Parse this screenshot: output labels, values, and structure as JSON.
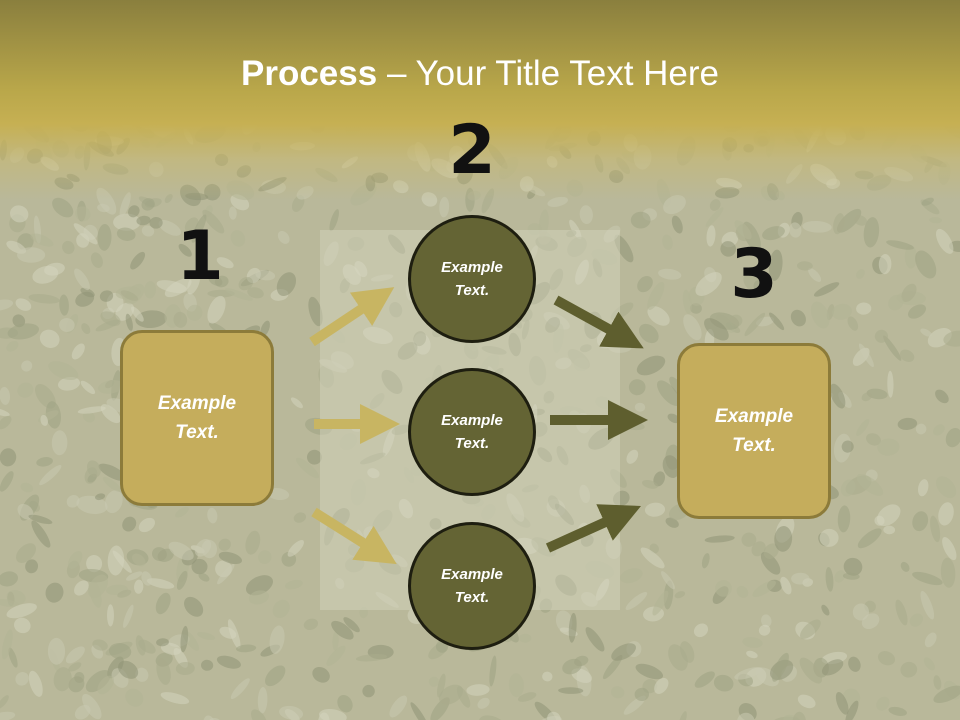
{
  "title": {
    "bold": "Process",
    "rest": " – Your Title Text Here"
  },
  "steps": [
    {
      "number": "1",
      "text": "Example Text."
    },
    {
      "number": "2",
      "text": "Example Text."
    },
    {
      "number": "3",
      "text": "Example Text."
    }
  ],
  "circles": [
    {
      "text": "Example Text."
    },
    {
      "text": "Example Text."
    },
    {
      "text": "Example Text."
    }
  ],
  "colors": {
    "header": "#c6b053",
    "box_fill": "#c5ad5c",
    "circle_fill": "#646434",
    "arrow_light": "#c8b562",
    "arrow_dark": "#5e5e2e"
  }
}
